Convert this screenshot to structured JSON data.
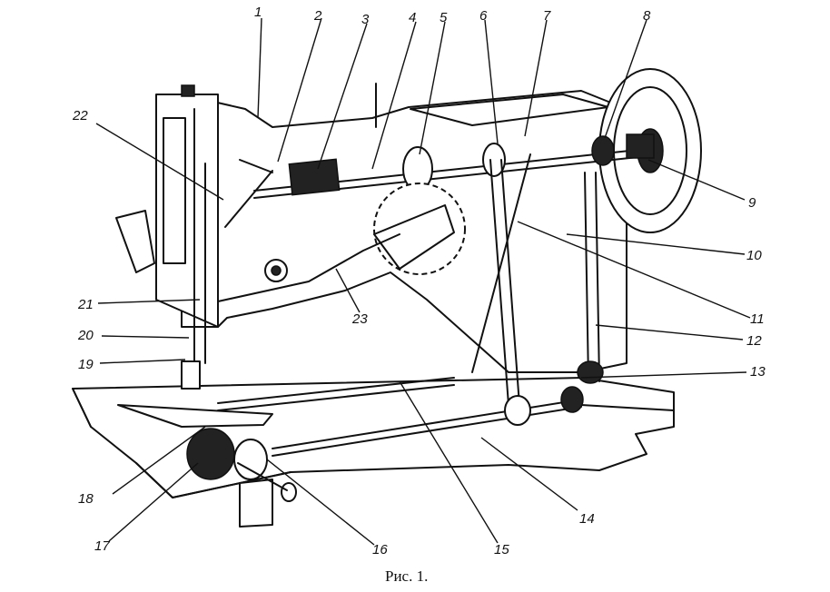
{
  "figure": {
    "caption": "Рис. 1.",
    "labels": [
      "1",
      "2",
      "3",
      "4",
      "5",
      "6",
      "7",
      "8",
      "9",
      "10",
      "11",
      "12",
      "13",
      "14",
      "15",
      "16",
      "17",
      "18",
      "19",
      "20",
      "21",
      "22",
      "23"
    ]
  },
  "colors": {
    "ink": "#111111",
    "paper": "#ffffff",
    "fill_dark": "#222222"
  }
}
